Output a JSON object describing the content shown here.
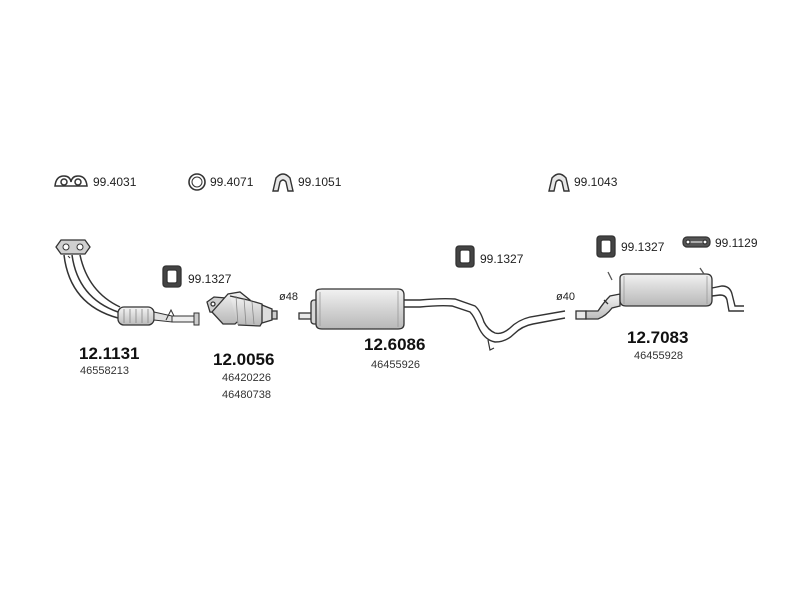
{
  "hardware": [
    {
      "code": "99.4031",
      "icon": "gasket-double-ring-icon"
    },
    {
      "code": "99.4071",
      "icon": "sealing-ring-icon"
    },
    {
      "code": "99.1051",
      "icon": "rubber-hanger-icon"
    },
    {
      "code": "99.1043",
      "icon": "rubber-hanger-icon"
    },
    {
      "code": "99.1327",
      "icon": "rubber-mount-icon"
    },
    {
      "code": "99.1327",
      "icon": "rubber-mount-icon"
    },
    {
      "code": "99.1327",
      "icon": "rubber-mount-icon"
    },
    {
      "code": "99.1129",
      "icon": "rubber-strap-icon"
    }
  ],
  "parts": [
    {
      "code": "12.1131",
      "oem": [
        "46558213"
      ],
      "icon": "front-pipe-manifold-icon"
    },
    {
      "code": "12.0056",
      "oem": [
        "46420226",
        "46480738"
      ],
      "icon": "catalytic-converter-icon"
    },
    {
      "code": "12.6086",
      "oem": [
        "46455926"
      ],
      "icon": "middle-silencer-icon"
    },
    {
      "code": "12.7083",
      "oem": [
        "46455928"
      ],
      "icon": "rear-silencer-icon"
    }
  ],
  "diameters": [
    "ø48",
    "ø40"
  ],
  "colors": {
    "line": "#333333",
    "fill_light": "#e2e2e2",
    "fill_mid": "#c8c8c8",
    "text": "#222222"
  }
}
